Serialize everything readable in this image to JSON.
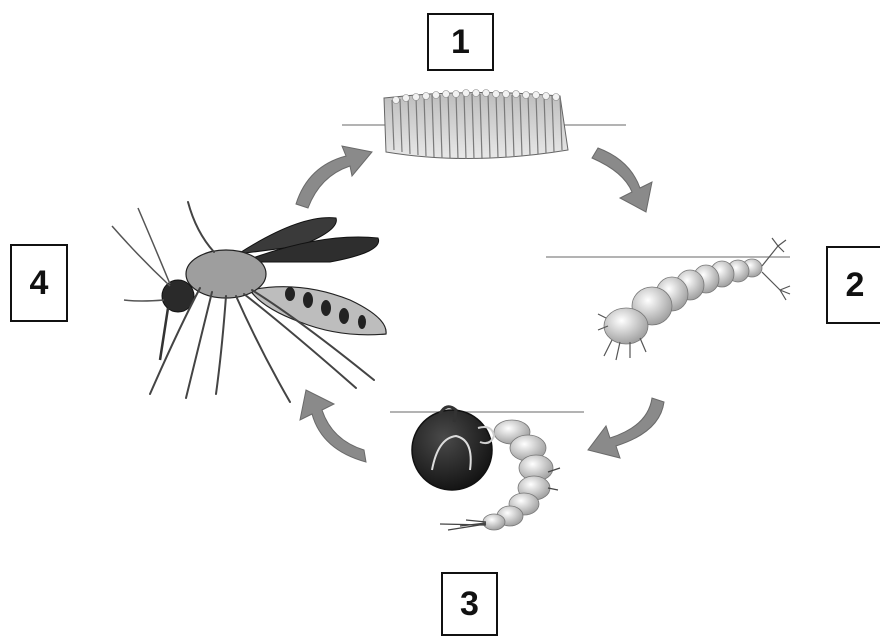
{
  "diagram": {
    "stages": [
      {
        "label": "1",
        "icon": "mosquito-eggs-icon"
      },
      {
        "label": "2",
        "icon": "mosquito-larva-icon"
      },
      {
        "label": "3",
        "icon": "mosquito-pupa-icon"
      },
      {
        "label": "4",
        "icon": "adult-mosquito-icon"
      }
    ],
    "colors": {
      "arrow": "#8a8a8a",
      "outline": "#111111",
      "body_light": "#d4d4d4",
      "body_dark": "#2a2a2a"
    }
  }
}
